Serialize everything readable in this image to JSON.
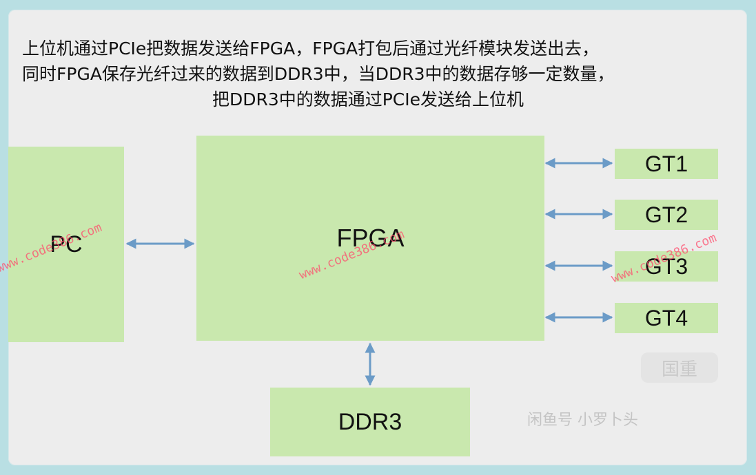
{
  "caption": {
    "line1": "上位机通过PCIe把数据发送给FPGA，FPGA打包后通过光纤模块发送出去，",
    "line2": "同时FPGA保存光纤过来的数据到DDR3中，当DDR3中的数据存够一定数量，",
    "line3": "把DDR3中的数据通过PCIe发送给上位机"
  },
  "blocks": {
    "pc": "PC",
    "fpga": "FPGA",
    "ddr3": "DDR3",
    "gt1": "GT1",
    "gt2": "GT2",
    "gt3": "GT3",
    "gt4": "GT4"
  },
  "watermark": {
    "left": "www.code386.com",
    "middle": "www.code386.com",
    "right": "www.code386.com",
    "stamp": "国重",
    "credit": "闲鱼号  小罗卜头"
  },
  "colors": {
    "block_fill": "#c9e8ae",
    "arrow": "#6b9bc7",
    "background": "#ededed",
    "border": "#b9dfe3",
    "watermark": "#ff4d6d"
  }
}
